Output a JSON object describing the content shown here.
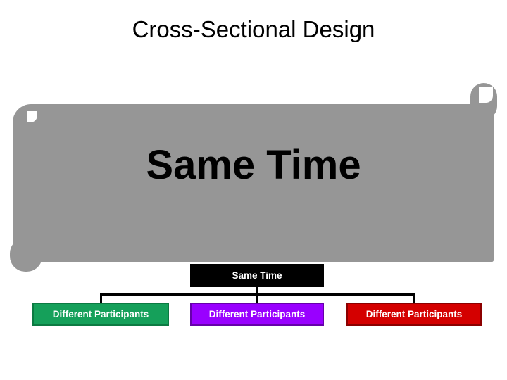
{
  "slide": {
    "title": "Cross-Sectional Design",
    "banner_text": "Same Time"
  },
  "org_chart": {
    "root": {
      "label": "Same Time",
      "color": "#000000"
    },
    "children": [
      {
        "label": "Different Participants",
        "color": "#15a05a"
      },
      {
        "label": "Different Participants",
        "color": "#9900ff"
      },
      {
        "label": "Different Participants",
        "color": "#d40000"
      }
    ]
  },
  "colors": {
    "banner": "#969696",
    "background": "#ffffff",
    "text": "#000000"
  }
}
